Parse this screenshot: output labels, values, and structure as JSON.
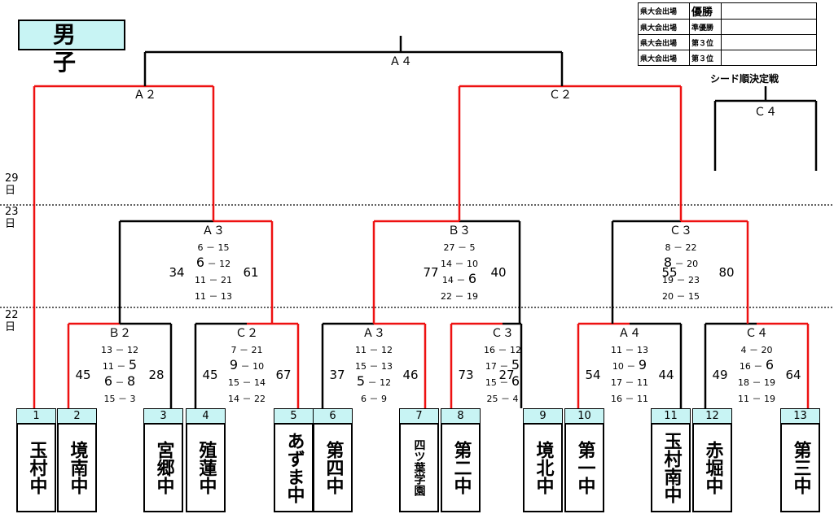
{
  "title": "男　子",
  "legend": [
    {
      "label": "県大会出場",
      "result": "優勝"
    },
    {
      "label": "県大会出場",
      "result": "準優勝"
    },
    {
      "label": "県大会出場",
      "result": "第３位"
    },
    {
      "label": "県大会出場",
      "result": "第３位"
    }
  ],
  "seed_title": "シード順決定戦",
  "seed_match": "Ｃ４",
  "days": {
    "d29": "29 日",
    "d23": "23 日",
    "d22": "22 日"
  },
  "colors": {
    "win": "#ee1111",
    "line": "#000000",
    "num_bg": "#c8f4f4"
  },
  "teams": [
    {
      "num": "1",
      "name": "玉村中"
    },
    {
      "num": "2",
      "name": "境南中"
    },
    {
      "num": "3",
      "name": "宮郷中"
    },
    {
      "num": "4",
      "name": "殖蓮中"
    },
    {
      "num": "5",
      "name": "あずま中"
    },
    {
      "num": "6",
      "name": "第四中"
    },
    {
      "num": "7",
      "name": "四ツ葉学園"
    },
    {
      "num": "8",
      "name": "第二中"
    },
    {
      "num": "9",
      "name": "境北中"
    },
    {
      "num": "10",
      "name": "第一中"
    },
    {
      "num": "11",
      "name": "玉村南中"
    },
    {
      "num": "12",
      "name": "赤堀中"
    },
    {
      "num": "13",
      "name": "第三中"
    }
  ],
  "matches": {
    "final": {
      "label": "Ａ４"
    },
    "sf_left": {
      "label": "Ａ２"
    },
    "sf_right": {
      "label": "Ｃ２"
    },
    "qf_a3": {
      "label": "Ａ３",
      "left_total": "34",
      "right_total": "61",
      "sets": [
        [
          "6",
          "15"
        ],
        [
          "6",
          "12"
        ],
        [
          "11",
          "21"
        ],
        [
          "11",
          "13"
        ]
      ]
    },
    "qf_b3": {
      "label": "Ｂ３",
      "left_total": "77",
      "right_total": "40",
      "sets": [
        [
          "27",
          "5"
        ],
        [
          "14",
          "10"
        ],
        [
          "14",
          "6"
        ],
        [
          "22",
          "19"
        ]
      ]
    },
    "qf_c3": {
      "label": "Ｃ３",
      "left_total": "55",
      "right_total": "80",
      "sets": [
        [
          "8",
          "22"
        ],
        [
          "8",
          "20"
        ],
        [
          "19",
          "23"
        ],
        [
          "20",
          "15"
        ]
      ]
    },
    "r1_b2": {
      "label": "Ｂ２",
      "left_total": "45",
      "right_total": "28",
      "sets": [
        [
          "13",
          "12"
        ],
        [
          "11",
          "5"
        ],
        [
          "6",
          "8"
        ],
        [
          "15",
          "3"
        ]
      ]
    },
    "r1_c2": {
      "label": "Ｃ２",
      "left_total": "45",
      "right_total": "67",
      "sets": [
        [
          "7",
          "21"
        ],
        [
          "9",
          "10"
        ],
        [
          "15",
          "14"
        ],
        [
          "14",
          "22"
        ]
      ]
    },
    "r1_a3": {
      "label": "Ａ３",
      "left_total": "37",
      "right_total": "46",
      "sets": [
        [
          "11",
          "12"
        ],
        [
          "15",
          "13"
        ],
        [
          "5",
          "12"
        ],
        [
          "6",
          "9"
        ]
      ]
    },
    "r1_c3": {
      "label": "Ｃ３",
      "left_total": "73",
      "right_total": "27",
      "sets": [
        [
          "16",
          "12"
        ],
        [
          "17",
          "5"
        ],
        [
          "15",
          "6"
        ],
        [
          "25",
          "4"
        ]
      ]
    },
    "r1_a4": {
      "label": "Ａ４",
      "left_total": "54",
      "right_total": "44",
      "sets": [
        [
          "11",
          "13"
        ],
        [
          "10",
          "9"
        ],
        [
          "17",
          "11"
        ],
        [
          "16",
          "11"
        ]
      ]
    },
    "r1_c4": {
      "label": "Ｃ４",
      "left_total": "49",
      "right_total": "64",
      "sets": [
        [
          "4",
          "20"
        ],
        [
          "16",
          "6"
        ],
        [
          "18",
          "19"
        ],
        [
          "11",
          "19"
        ]
      ]
    }
  }
}
